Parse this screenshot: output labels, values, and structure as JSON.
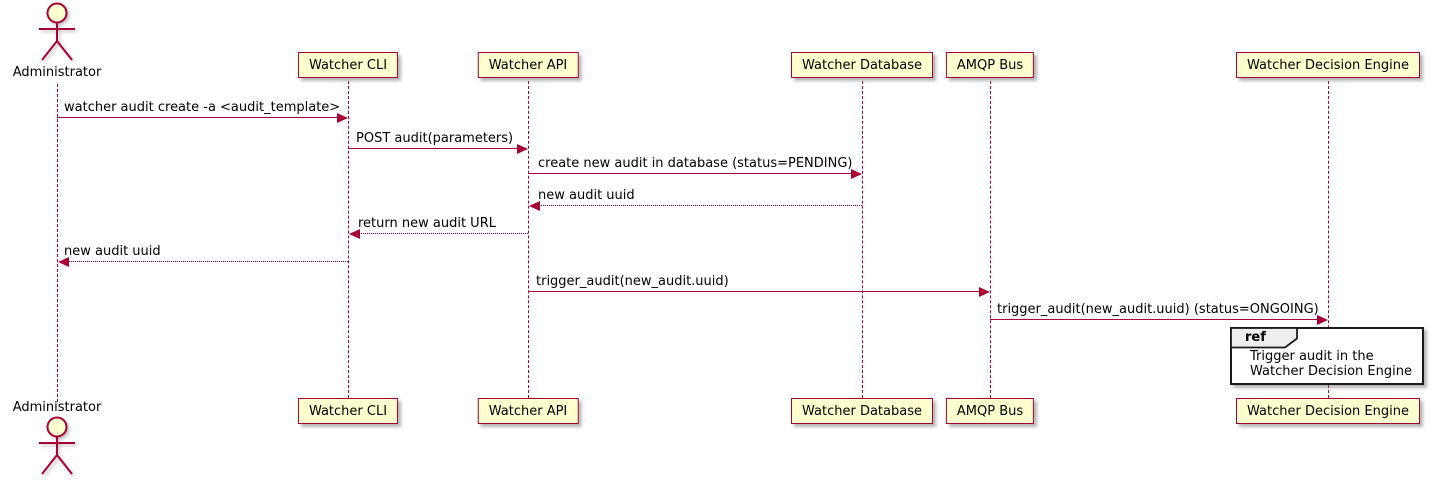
{
  "diagram": {
    "type": "sequence",
    "actor": {
      "name": "Administrator"
    },
    "participants": [
      {
        "label": "Watcher CLI"
      },
      {
        "label": "Watcher API"
      },
      {
        "label": "Watcher Database"
      },
      {
        "label": "AMQP Bus"
      },
      {
        "label": "Watcher Decision Engine"
      }
    ],
    "messages": [
      {
        "label": "watcher audit create -a <audit_template>",
        "from": "Administrator",
        "to": "Watcher CLI",
        "style": "solid"
      },
      {
        "label": "POST audit(parameters)",
        "from": "Watcher CLI",
        "to": "Watcher API",
        "style": "solid"
      },
      {
        "label": "create new audit in database (status=PENDING)",
        "from": "Watcher API",
        "to": "Watcher Database",
        "style": "solid"
      },
      {
        "label": "new audit uuid",
        "from": "Watcher Database",
        "to": "Watcher API",
        "style": "dotted"
      },
      {
        "label": "return new audit URL",
        "from": "Watcher API",
        "to": "Watcher CLI",
        "style": "dotted"
      },
      {
        "label": "new audit uuid",
        "from": "Watcher CLI",
        "to": "Administrator",
        "style": "dotted"
      },
      {
        "label": "trigger_audit(new_audit.uuid)",
        "from": "Watcher API",
        "to": "AMQP Bus",
        "style": "solid"
      },
      {
        "label": "trigger_audit(new_audit.uuid) (status=ONGOING)",
        "from": "AMQP Bus",
        "to": "Watcher Decision Engine",
        "style": "solid"
      }
    ],
    "ref": {
      "tag": "ref",
      "line1": "Trigger audit in the",
      "line2": "Watcher Decision Engine"
    },
    "colors": {
      "accent": "#A80036",
      "participant_fill": "#FEFECE",
      "ref_tag_fill": "#EEEEEE",
      "ref_border": "#1B1B1B",
      "background": "#FFFFFF"
    }
  }
}
